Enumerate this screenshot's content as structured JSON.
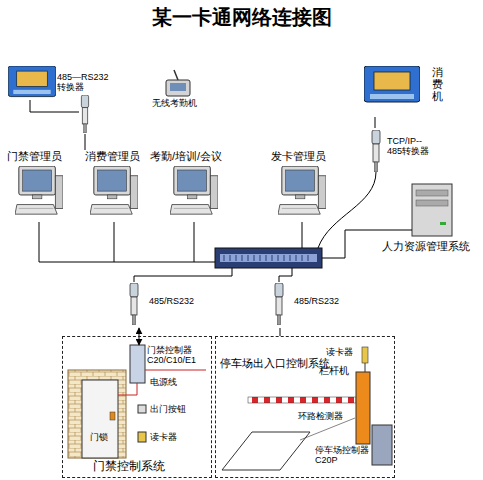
{
  "diagram": {
    "title": "某一卡通网络连接图",
    "nodes": [
      {
        "text": [
          "485—RS232 转换器"
        ]
      },
      {
        "text": [
          "无线考勤机"
        ]
      },
      {
        "text": [
          "门禁管理员"
        ]
      },
      {
        "text": [
          "消费管理员"
        ]
      },
      {
        "text": [
          "考勤/培训/会议"
        ]
      },
      {
        "text": [
          "发卡管理员"
        ]
      },
      {
        "text": [
          "消费机"
        ]
      },
      {
        "text": [
          "TCP/IP-- 485转换器"
        ]
      },
      {
        "text": [
          "人力资源管理系统"
        ]
      },
      {
        "text": [
          "485/RS232"
        ]
      },
      {
        "text": [
          "485/RS232"
        ]
      },
      {
        "text": [
          "门禁控制系统"
        ]
      },
      {
        "text": [
          "门禁控制器 C20/C10/E1"
        ],
        "in": 11
      },
      {
        "text": [
          "停车场出入口控制系统"
        ]
      },
      {
        "text": [
          "栏杆机"
        ],
        "in": 13
      },
      {
        "text": [
          "停车场控制器 C20P"
        ],
        "in": 13
      }
    ],
    "edges": [
      {
        "from": 0,
        "to": 3,
        "arrow": "none"
      },
      {
        "from": 6,
        "to": 7,
        "arrow": "none"
      },
      {
        "from": 9,
        "to": 12,
        "arrow": "both"
      },
      {
        "from": 10,
        "to": 13,
        "arrow": "none"
      }
    ],
    "labels": [
      "电源线",
      "出门按钮",
      "门锁",
      "读卡器",
      "读卡器",
      "环路检测器"
    ]
  }
}
